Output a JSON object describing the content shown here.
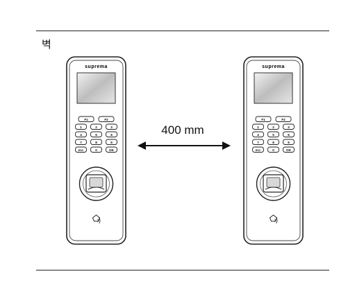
{
  "wall_label": "벽",
  "distance": {
    "label": "400 mm"
  },
  "devices": [
    {
      "brand": "suprema",
      "keys": [
        [
          "F1",
          "F2"
        ],
        [
          "1",
          "2",
          "3"
        ],
        [
          "4",
          "5",
          "6"
        ],
        [
          "7",
          "8",
          "9"
        ],
        [
          "ESC",
          "0",
          "OK"
        ]
      ]
    },
    {
      "brand": "suprema",
      "keys": [
        [
          "F1",
          "F2"
        ],
        [
          "1",
          "2",
          "3"
        ],
        [
          "4",
          "5",
          "6"
        ],
        [
          "7",
          "8",
          "9"
        ],
        [
          "ESC",
          "0",
          "OK"
        ]
      ]
    }
  ]
}
